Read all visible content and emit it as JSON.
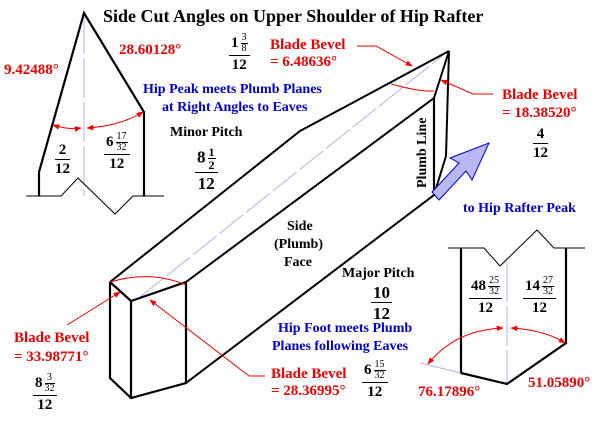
{
  "title": "Side Cut Angles on Upper Shoulder of Hip Rafter",
  "top_left_detail": {
    "left_angle": "9.42488°",
    "right_angle": "28.60128°",
    "left_pitch": {
      "whole": "",
      "num": "2",
      "den": "12"
    },
    "right_pitch": {
      "whole": "6",
      "frac_num": "17",
      "frac_den": "32",
      "den": "12"
    }
  },
  "peak_note": {
    "line1": "Hip Peak meets Plumb Planes",
    "line2": "at Right Angles to Eaves"
  },
  "minor_pitch": {
    "label": "Minor Pitch",
    "whole": "8",
    "frac_num": "1",
    "frac_den": "2",
    "den": "12"
  },
  "top_blade_bevel": {
    "pitch": {
      "whole": "1",
      "frac_num": "3",
      "frac_den": "8",
      "den": "12"
    },
    "label": "Blade Bevel",
    "value": "= 6.48636°"
  },
  "right_blade_bevel": {
    "label": "Blade Bevel",
    "value": "= 18.38520°",
    "pitch": {
      "num": "4",
      "den": "12"
    }
  },
  "plumb_line_label": "Plumb Line",
  "arrow_label": "to Hip Rafter Peak",
  "side_face_label": {
    "line1": "Side",
    "line2": "(Plumb)",
    "line3": "Face"
  },
  "major_pitch": {
    "label": "Major Pitch",
    "num": "10",
    "den": "12"
  },
  "foot_note": {
    "line1": "Hip Foot meets Plumb",
    "line2": "Planes following Eaves"
  },
  "left_blade_bevel": {
    "label": "Blade Bevel",
    "value": "= 33.98771°",
    "pitch": {
      "whole": "8",
      "frac_num": "3",
      "frac_den": "32",
      "den": "12"
    }
  },
  "bottom_blade_bevel": {
    "label": "Blade Bevel",
    "value": "= 28.36995°",
    "pitch": {
      "whole": "6",
      "frac_num": "15",
      "frac_den": "32",
      "den": "12"
    }
  },
  "bottom_right_detail": {
    "left_pitch": {
      "whole": "48",
      "frac_num": "25",
      "frac_den": "32",
      "den": "12"
    },
    "right_pitch": {
      "whole": "14",
      "frac_num": "27",
      "frac_den": "32",
      "den": "12"
    },
    "left_angle": "76.17896°",
    "right_angle": "51.05890°"
  },
  "colors": {
    "line": "#000000",
    "angle": "#ee0000",
    "note": "#0000cc",
    "center_line": "#b0b0f0",
    "arrow_fill": "#b8b8f8",
    "arrow_stroke": "#0000cc"
  }
}
